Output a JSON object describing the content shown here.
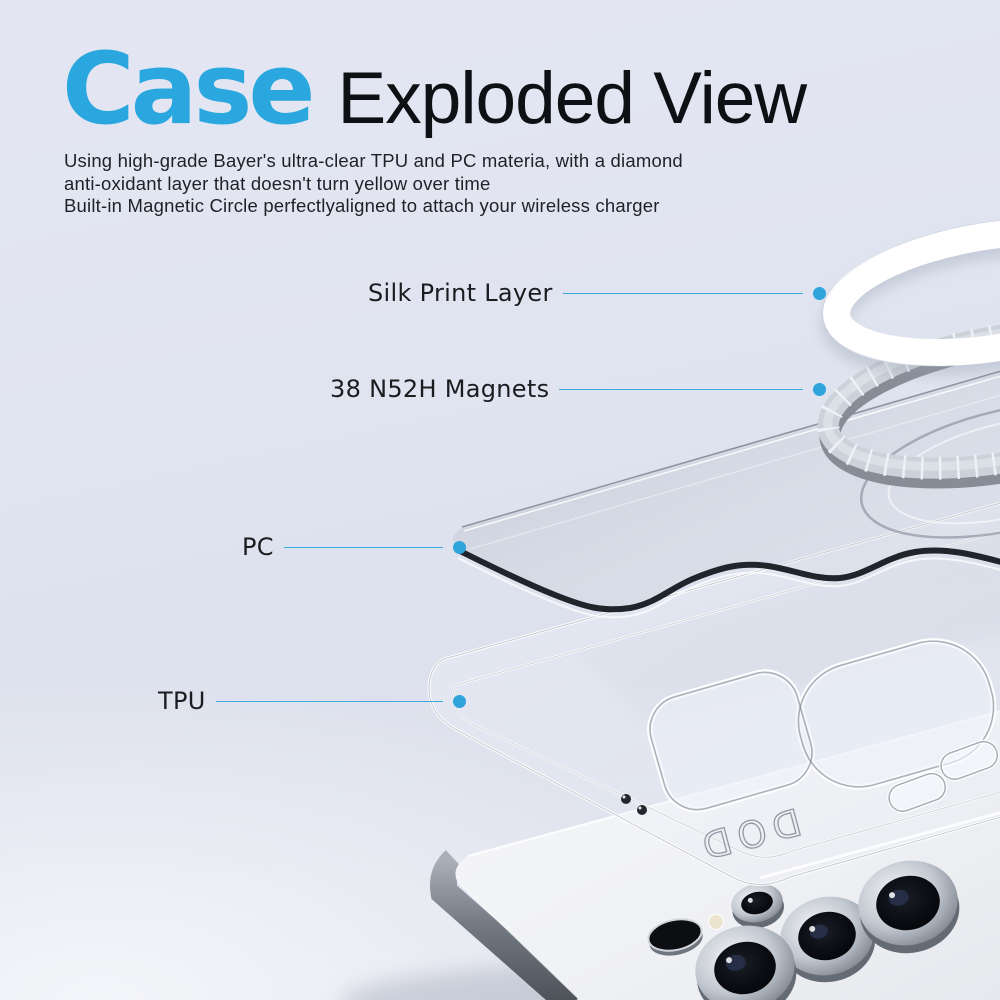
{
  "page": {
    "background": "#e0e4f0"
  },
  "header": {
    "brand_word": "Case",
    "title_rest": "Exploded View",
    "accent_color": "#2aa7de",
    "description_lines": {
      "l1": "Using high-grade Bayer's ultra-clear TPU and PC materia, with a diamond",
      "l2": "anti-oxidant layer that doesn't turn yellow over time",
      "l3": "Built-in Magnetic Circle perfectlyaligned to attach your wireless charger"
    }
  },
  "callouts": [
    {
      "label": "Silk Print Layer"
    },
    {
      "label": "38 N52H Magnets"
    },
    {
      "label": "PC"
    },
    {
      "label": "TPU"
    }
  ],
  "diagram": {
    "layers_top_to_bottom": [
      "Silk Print Layer",
      "38 N52H Magnets",
      "PC",
      "TPU",
      "Phone"
    ],
    "case_logo": "DOD",
    "colors": {
      "leader_line": "#3fa9e0",
      "callout_dot": "#2fa3dc",
      "silk_ring": "#ffffff",
      "magnet_segments": "#ccd2d9",
      "phone_frame": "#5a6068"
    }
  }
}
